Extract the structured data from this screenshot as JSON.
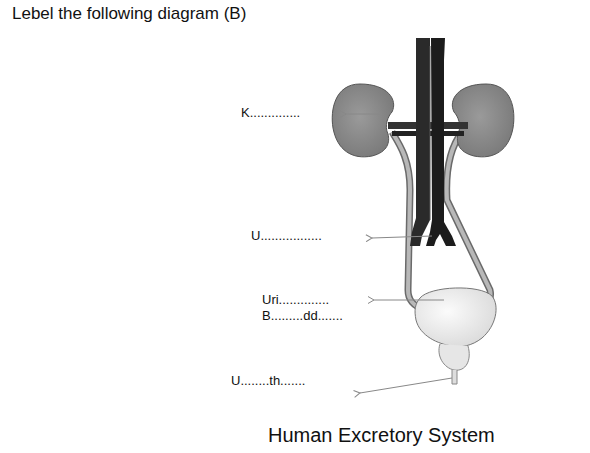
{
  "diagram": {
    "title": "Lebel the following diagram (B)",
    "caption": "Human Excretory System",
    "labels": [
      "K..............",
      "U.................",
      "Uri..............",
      "B.........dd.......",
      "U........th......."
    ]
  }
}
